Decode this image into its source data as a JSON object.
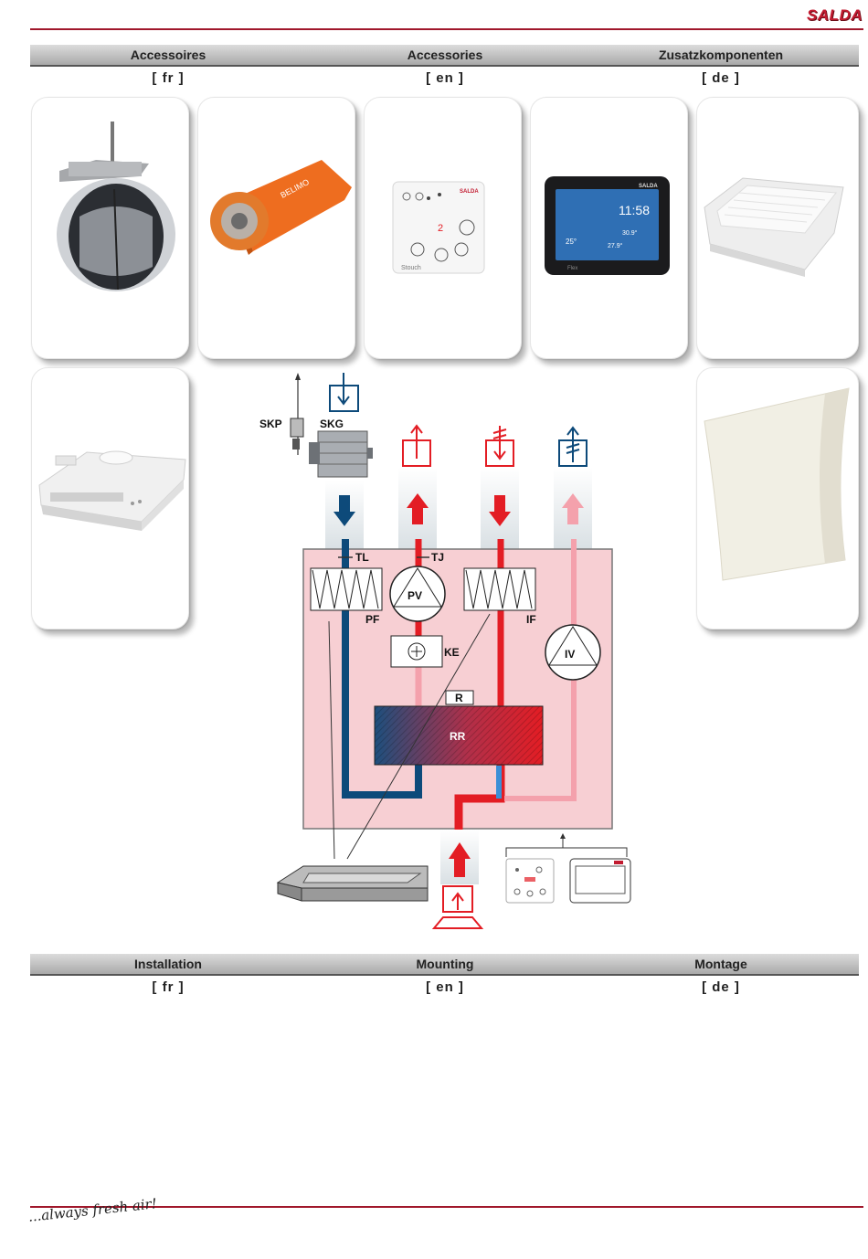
{
  "brand": "SALDA",
  "accessories": {
    "fr": "Accessoires",
    "en": "Accessories",
    "de": "Zusatzkomponenten",
    "lang_fr": "[ fr ]",
    "lang_en": "[ en ]",
    "lang_de": "[ de ]"
  },
  "products": {
    "panel_time": "11:58",
    "panel_temp_a": "30.9°",
    "panel_temp_b": "27.9°",
    "panel_temp_c": "25°",
    "simple_panel_brand": "SALDA",
    "simple_panel_display": "2",
    "simple_panel_name": "Stouch",
    "touch_panel_name": "Flex",
    "touch_panel_brand": "SALDA",
    "actuator_brand": "BELIMO"
  },
  "diagram": {
    "skp": "SKP",
    "skg": "SKG",
    "tl": "TL",
    "tj": "TJ",
    "pv": "PV",
    "pf": "PF",
    "if": "IF",
    "ke": "KE",
    "iv": "IV",
    "r": "R",
    "rr": "RR"
  },
  "installation": {
    "fr": "Installation",
    "en": "Mounting",
    "de": "Montage",
    "lang_fr": "[ fr ]",
    "lang_en": "[ en ]",
    "lang_de": "[ de ]"
  },
  "footer": {
    "slogan": "...always fresh air!"
  },
  "colors": {
    "accent": "#a0172b",
    "supply": "#e31d24",
    "exhaust": "#0d4a7a",
    "unit_fill": "#f7cfd3"
  }
}
